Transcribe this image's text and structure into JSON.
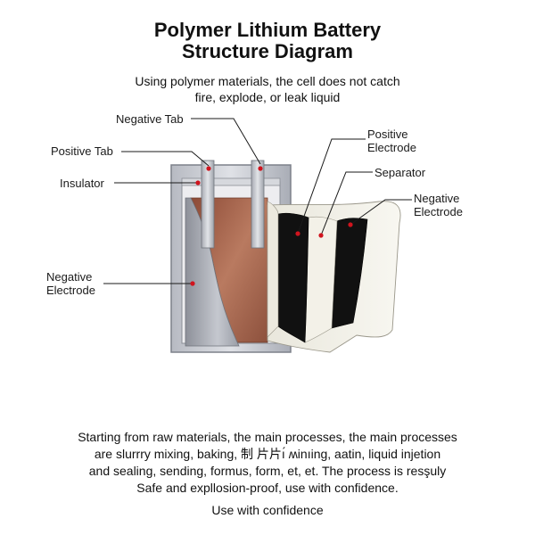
{
  "header": {
    "title_line1": "Polymer Lithium Battery",
    "title_line2": "Structure Diagram",
    "subtitle_line1": "Using polymer materials, the cell does not catch",
    "subtitle_line2": "fire, explode, or leak liquid"
  },
  "labels": {
    "negative_tab": "Negative Tab",
    "positive_tab": "Positive Tab",
    "insulator": "Insulator",
    "negative_electrode_left_line1": "Negative",
    "negative_electrode_left_line2": "Electrode",
    "positive_electrode_line1": "Positive",
    "positive_electrode_line2": "Electrode",
    "separator": "Separator",
    "negative_electrode_right_line1": "Negative",
    "negative_electrode_right_line2": "Electrode"
  },
  "description": {
    "line1": "Starting from raw materials, the main processes, the main processes",
    "line2": "are slurrry mixing, baking, 制 片片ı́ ʍinıing, ааtin, liquid injetion",
    "line3": "and sealing, sending, formus, form, et, et. The process is resşuly",
    "line4": "Safe and expllosion-proof, use with confidence."
  },
  "footer": {
    "text": "Use with confidence"
  },
  "colors": {
    "casing": "#c9ccd3",
    "copper": "#a9624a",
    "black_layer": "#111111",
    "leader_dot": "#d0141e"
  }
}
